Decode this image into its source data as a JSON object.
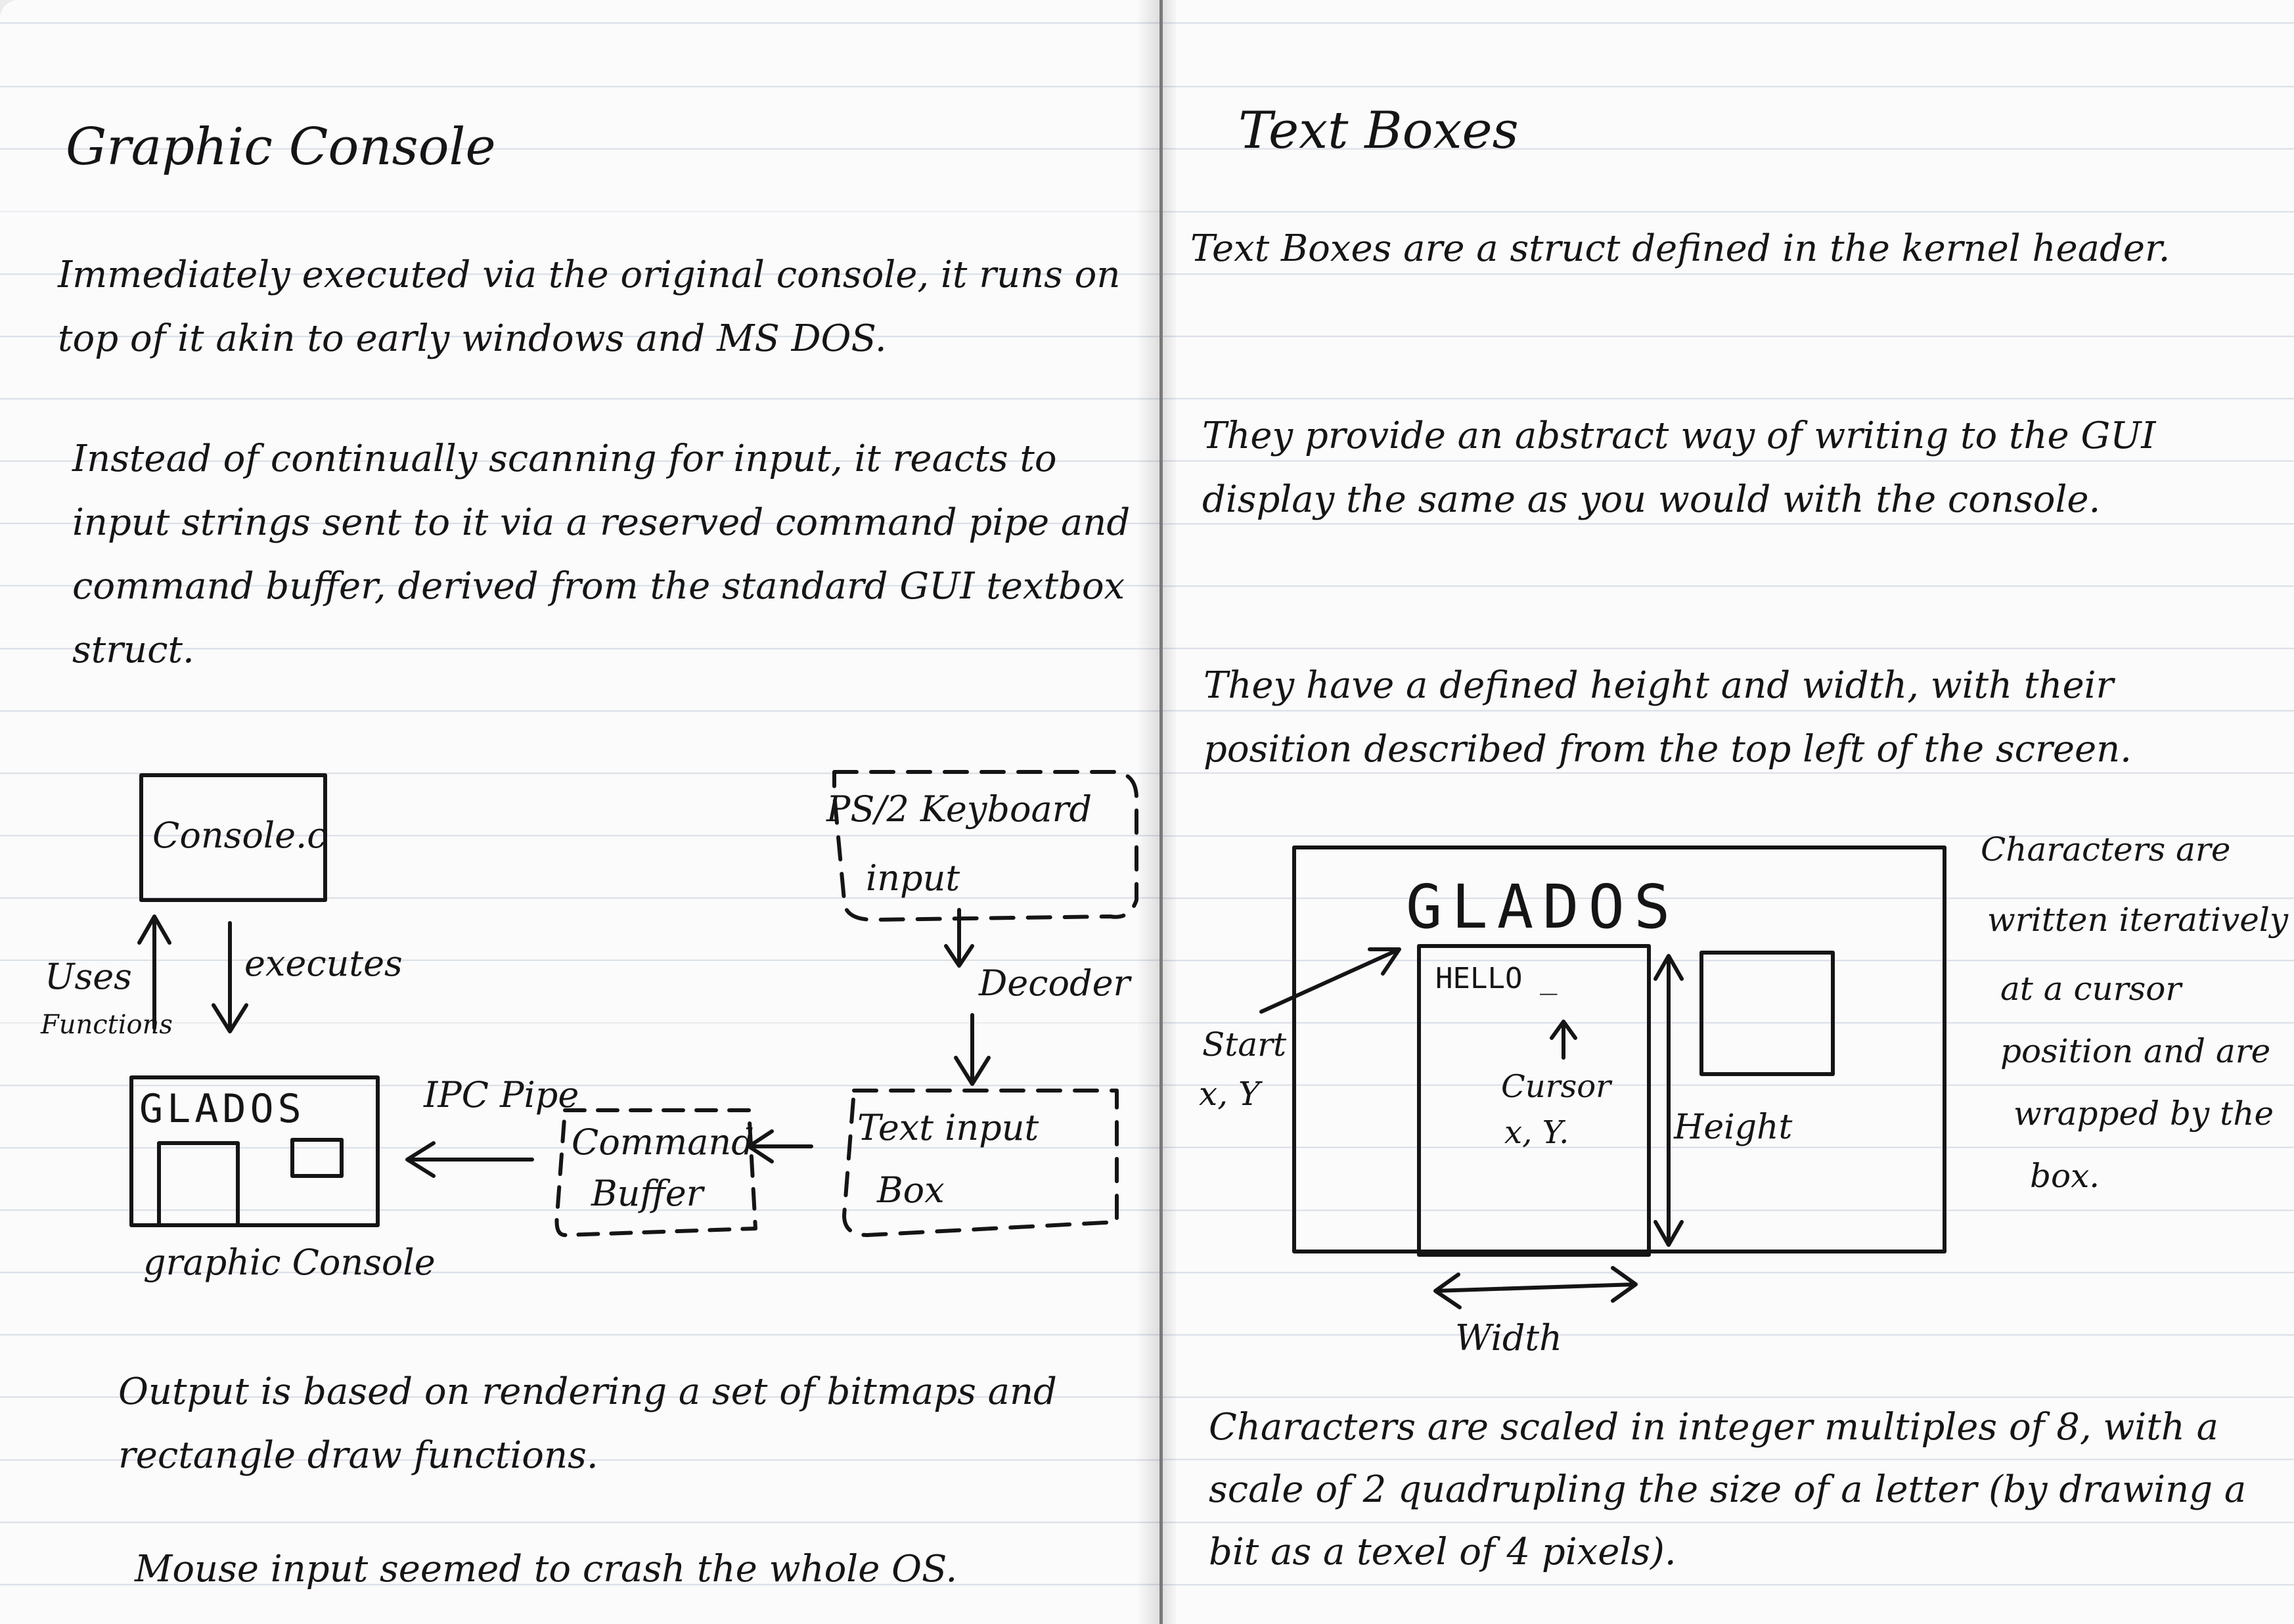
{
  "left_page": {
    "title": "Graphic Console",
    "para1": "Immediately executed via the original console, it runs on top of it akin to early windows and MS DOS.",
    "para2": "Instead of continually scanning for input, it reacts to input strings sent to it via a reserved command pipe and command buffer, derived from the standard GUI textbox struct.",
    "diagram": {
      "console_box": "Console.c",
      "uses_functions_1": "Uses",
      "uses_functions_2": "Functions",
      "executes": "executes",
      "keyboard_1": "PS/2 Keyboard",
      "keyboard_2": "input",
      "decoder": "Decoder",
      "glados": "GLADOS",
      "ipc_pipe": "IPC Pipe",
      "command_buffer_1": "Command",
      "command_buffer_2": "Buffer",
      "text_input_1": "Text input",
      "text_input_2": "Box",
      "graphic_console_caption": "graphic Console"
    },
    "para3": "Output is based on rendering a set of bitmaps and rectangle draw functions.",
    "para4": "Mouse input seemed to crash the whole OS."
  },
  "right_page": {
    "title": "Text Boxes",
    "para1": "Text Boxes are a struct defined in the kernel header.",
    "para2": "They provide an abstract way of writing to the GUI display the same as you would with the console.",
    "para3": "They have a defined height and width, with their position described from the top left of the screen.",
    "diagram": {
      "glados": "GLADOS",
      "hello": "HELLO _",
      "cursor_1": "Cursor",
      "cursor_2": "x, Y.",
      "start_1": "Start",
      "start_2": "x, Y",
      "height": "Height",
      "width": "Width"
    },
    "side_note": [
      "Characters are",
      "written iteratively",
      "at a cursor",
      "position and are",
      "wrapped by the",
      "box."
    ],
    "para4": "Characters are scaled in integer multiples of 8, with a scale of 2 quadrupling the size of a letter (by drawing a bit as a texel of 4 pixels)."
  }
}
